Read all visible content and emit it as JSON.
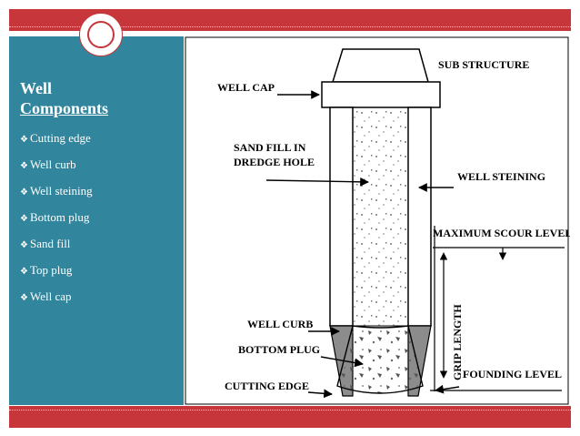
{
  "slide": {
    "title_line1": "Well",
    "title_line2": "Components",
    "bullet_marker": "❖",
    "bullets": [
      "Cutting edge",
      "Well curb",
      "Well steining",
      "Bottom plug",
      "Sand fill",
      "Top plug",
      "Well cap"
    ]
  },
  "diagram": {
    "labels": {
      "sub_structure": "SUB STRUCTURE",
      "well_cap": "WELL CAP",
      "sand_fill_line1": "SAND FILL IN",
      "sand_fill_line2": "DREDGE HOLE",
      "well_steining": "WELL STEINING",
      "maximum_scour_level": "MAXIMUM SCOUR LEVEL",
      "grip_length": "GRIP LENGTH",
      "well_curb": "WELL CURB",
      "bottom_plug": "BOTTOM PLUG",
      "founding_level": "FOUNDING LEVEL",
      "cutting_edge": "CUTTING EDGE"
    }
  },
  "colors": {
    "band": "#c7363a",
    "panel": "#31859c",
    "panel_text": "#ffffff",
    "fill_gray": "#8c8c8c"
  }
}
